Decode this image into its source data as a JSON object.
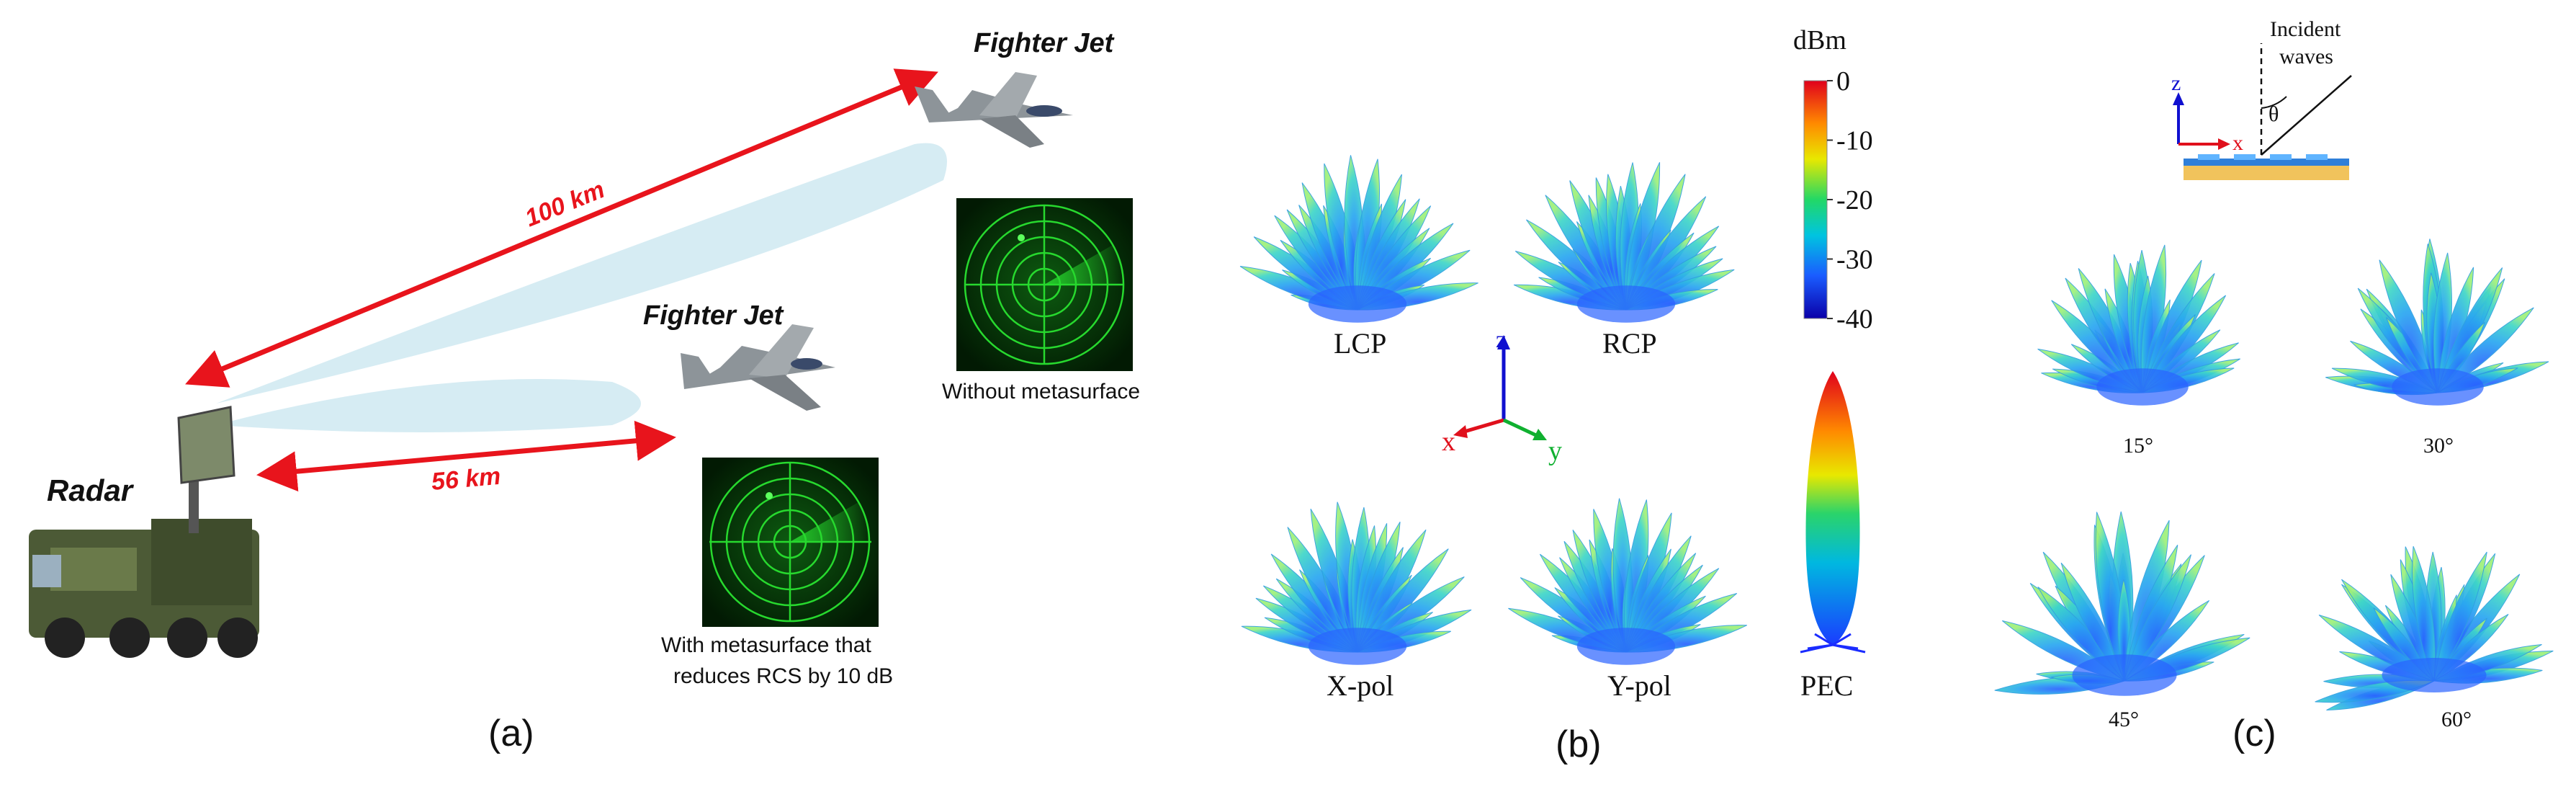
{
  "panel_a": {
    "label": "(a)",
    "radar_label": "Radar",
    "jet_far_label": "Fighter Jet",
    "jet_near_label": "Fighter Jet",
    "distance_far": "100 km",
    "distance_near": "56 km",
    "caption_without": "Without metasurface",
    "caption_with_line1": "With metasurface that",
    "caption_with_line2": "reduces RCS by 10 dB"
  },
  "panel_b": {
    "label": "(b)",
    "patterns": [
      "LCP",
      "RCP",
      "X-pol",
      "Y-pol",
      "PEC"
    ],
    "axes": {
      "z": "z",
      "x": "x",
      "y": "y"
    },
    "colorbar": {
      "unit": "dBm",
      "ticks": [
        "0",
        "-10",
        "-20",
        "-30",
        "-40"
      ],
      "colors": [
        "#e0001c",
        "#ff8a00",
        "#e8e800",
        "#22d866",
        "#00c4e0",
        "#1a5cff",
        "#0a00a8"
      ]
    }
  },
  "panel_c": {
    "label": "(c)",
    "incident_label_line1": "Incident",
    "incident_label_line2": "waves",
    "theta": "θ",
    "axes": {
      "z": "z",
      "x": "x"
    },
    "angles": [
      "15°",
      "30°",
      "45°",
      "60°"
    ]
  },
  "colors": {
    "arrow_red": "#e8141c",
    "beam": "#d6ecf3",
    "radar_green": "#27d92e",
    "pattern_cyan": "#3fd6c8",
    "pattern_blue": "#2a63ff"
  }
}
